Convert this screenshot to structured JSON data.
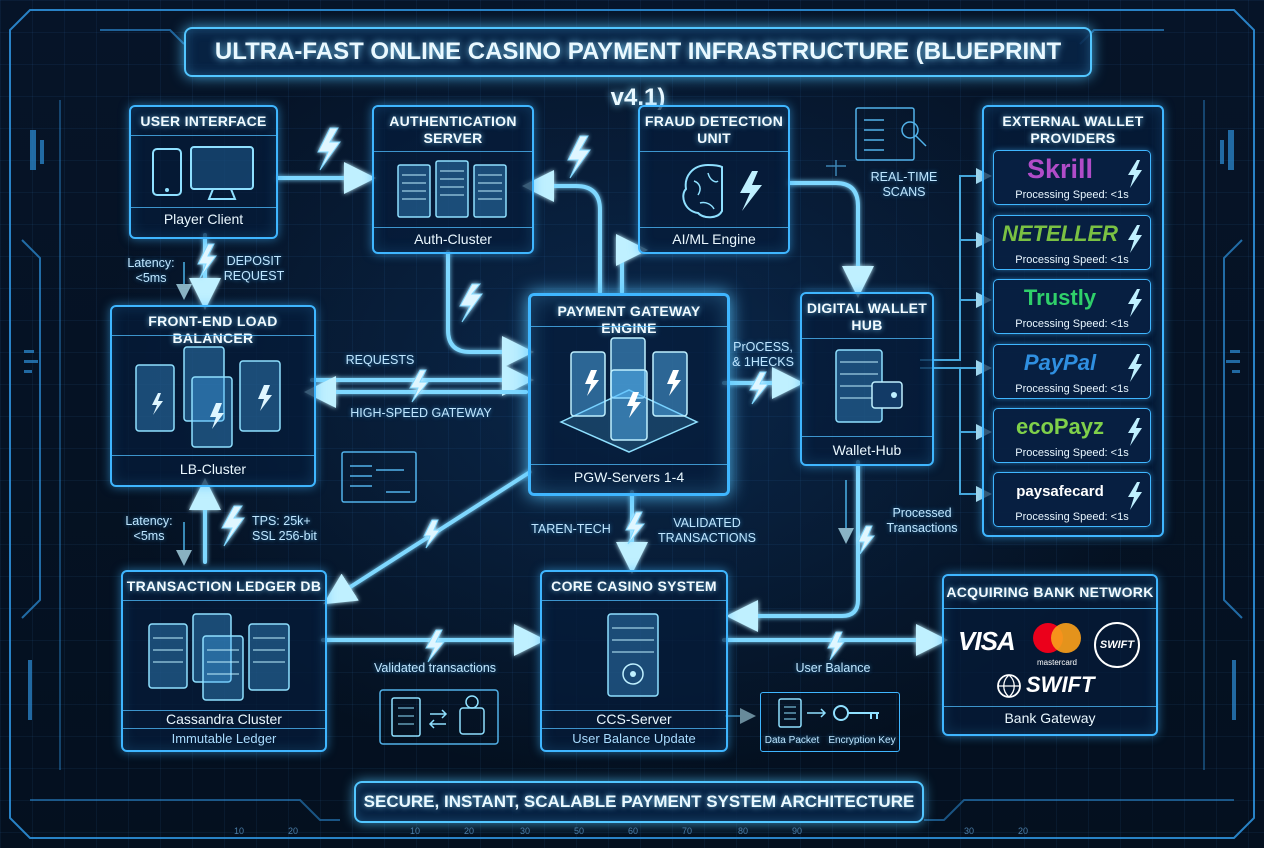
{
  "title": "ULTRA-FAST ONLINE CASINO PAYMENT INFRASTRUCTURE (BLUEPRINT v4.1)",
  "footer": "SECURE, INSTANT, SCALABLE PAYMENT SYSTEM ARCHITECTURE",
  "nodes": {
    "ui": {
      "title": "USER INTERFACE",
      "footer": "Player Client"
    },
    "auth": {
      "title": "AUTHENTICATION\nSERVER",
      "footer": "Auth-Cluster"
    },
    "fraud": {
      "title": "FRAUD DETECTION\nUNIT",
      "footer": "AI/ML Engine"
    },
    "lb": {
      "title": "FRONT-END LOAD BALANCER",
      "footer": "LB-Cluster"
    },
    "pgw": {
      "title": "PAYMENT GATEWAY ENGINE",
      "footer": "PGW-Servers 1-4"
    },
    "wallet": {
      "title": "DIGITAL WALLET\nHUB",
      "footer": "Wallet-Hub"
    },
    "ledger": {
      "title": "TRANSACTION LEDGER DB",
      "footer": "Cassandra Cluster",
      "sub": "Immutable Ledger"
    },
    "core": {
      "title": "CORE CASINO SYSTEM",
      "footer": "CCS-Server",
      "sub": "User Balance Update"
    },
    "bank": {
      "title": "ACQUIRING BANK NETWORK",
      "footer": "Bank Gateway"
    }
  },
  "external": {
    "title": "EXTERNAL WALLET\nPROVIDERS",
    "providers": [
      {
        "name": "Skrill",
        "speed": "Processing Speed: <1s",
        "color": "#b04cc8"
      },
      {
        "name": "NETELLER",
        "speed": "Processing Speed: <1s",
        "color": "#7ac143"
      },
      {
        "name": "Trustly",
        "speed": "Processing Speed: <1s",
        "color": "#2fd06a"
      },
      {
        "name": "PayPal",
        "speed": "Processing Speed: <1s",
        "color": "#2f8fe0"
      },
      {
        "name": "ecoPayz",
        "speed": "Processing Speed: <1s",
        "color": "#7fd04a"
      },
      {
        "name": "paysafecard",
        "speed": "Processing Speed: <1s",
        "color": "#ffffff"
      }
    ]
  },
  "bank_logos": {
    "visa": "VISA",
    "mastercard": "mastercard",
    "swift_badge": "SWIFT",
    "swift": "SWIFT"
  },
  "labels": {
    "latency1": "Latency:\n<5ms",
    "deposit": "DEPOSIT\nREQUEST",
    "requests": "REQUESTS",
    "highspeed": "HIGH-SPEED GATEWAY",
    "realtime": "REAL-TIME\nSCANS",
    "process": "PrOCESS,\n& 1HECKS",
    "latency2": "Latency:\n<5ms",
    "tps": "TPS: 25k+\nSSL 256-bit",
    "taren": "TAREN-TECH",
    "validated_caps": "VALIDATED\nTRANSACTIONS",
    "processed": "Processed\nTransactions",
    "validated": "Validated transactions",
    "userbalance": "User Balance",
    "datapacket": "Data Packet",
    "enckey": "Encryption Key"
  },
  "ticks_left": [
    "10",
    "20"
  ],
  "ticks_mid": [
    "10",
    "20",
    "30",
    "50",
    "60",
    "70",
    "80",
    "90"
  ],
  "ticks_right": [
    "30",
    "20"
  ],
  "colors": {
    "accent": "#3fb6ff",
    "glow": "#7fd8ff",
    "bg": "#040d1c"
  }
}
